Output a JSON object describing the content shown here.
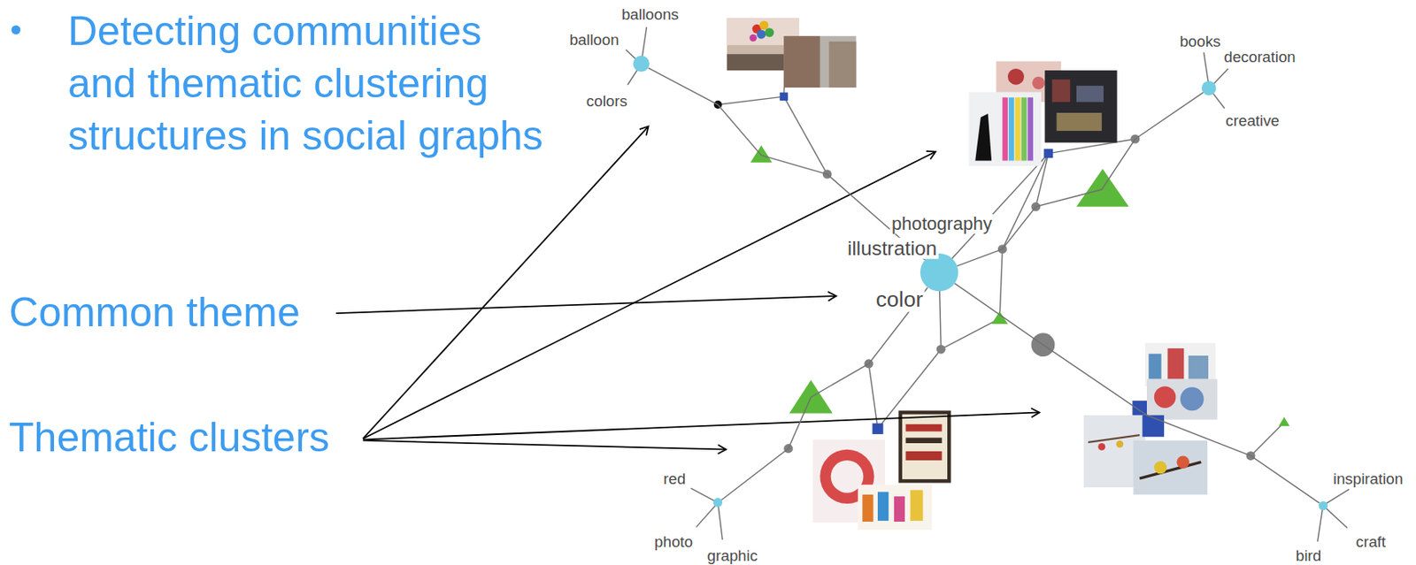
{
  "diagram": {
    "title": "Detecting communities and thematic clustering structures in social graphs",
    "nodes": [
      {
        "text": [
          "balloons",
          "balloon",
          "colors"
        ]
      },
      {
        "text": [
          "books",
          "decoration",
          "creative"
        ]
      },
      {
        "text": [
          "photography",
          "illustration",
          "color"
        ]
      },
      {
        "text": [
          "red",
          "photo",
          "graphic"
        ]
      },
      {
        "text": [
          "inspiration",
          "craft",
          "bird"
        ]
      }
    ],
    "edges": [
      {
        "from": 2,
        "to": 0,
        "arrow": "none"
      },
      {
        "from": 2,
        "to": 1,
        "arrow": "none"
      },
      {
        "from": 2,
        "to": 3,
        "arrow": "none"
      },
      {
        "from": 2,
        "to": 4,
        "arrow": "none"
      }
    ],
    "labels": [
      "Common theme",
      "Thematic clusters"
    ]
  }
}
